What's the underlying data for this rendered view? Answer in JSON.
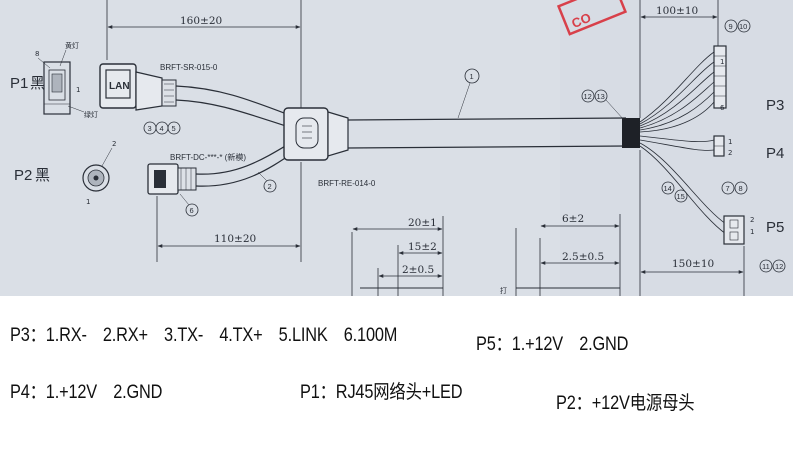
{
  "drawing": {
    "connector_labels": {
      "p1": "P1",
      "p1_color": "黑",
      "p2": "P2",
      "p2_color": "黑",
      "p3": "P3",
      "p4": "P4",
      "p5": "P5"
    },
    "p1_pin_labels": {
      "pin_8": "8",
      "yellow_led": "黄灯",
      "pin_1": "1",
      "green_led": "绿灯"
    },
    "p2_pin_labels": {
      "pin_2": "2",
      "pin_1": "1"
    },
    "lan_label": "LAN",
    "part_numbers": {
      "rj45_boot": "BRFT-SR-015-0",
      "dc_jack": "BRFT-DC-***-* (新模)",
      "main_boot": "BRFT-RE-014-0"
    },
    "balloons": {
      "cable_main": "1",
      "cable_dc": "2",
      "rj45_parts": [
        "3",
        "4",
        "5"
      ],
      "dc_part": "6",
      "p4_marks": [
        "7",
        "8"
      ],
      "p3_marks": [
        "9",
        "10"
      ],
      "p5_marks": [
        "11",
        "12"
      ],
      "sleeve_marks": [
        "12",
        "13"
      ],
      "tie_marks": [
        "14",
        "15"
      ]
    },
    "dimensions": {
      "lan_leg_length": "160±20",
      "dc_leg_length": "110±20",
      "fanout_p3_length": "100±10",
      "fanout_p5_length": "150±10",
      "strip_20": "20±1",
      "strip_15": "15±2",
      "strip_2": "2±0.5",
      "strip_6": "6±2",
      "strip_2_5": "2.5±0.5"
    },
    "p3_pin_numbers": [
      "1",
      "6"
    ],
    "p4_pin_numbers": [
      "1",
      "2"
    ],
    "p5_pin_numbers": [
      "1",
      "2"
    ],
    "bottom_cut_text": "打",
    "stamp_text": "CO"
  },
  "legend": {
    "p3": "P3：1.RX-　2.RX+　3.TX-　4.TX+　5.LINK　6.100M",
    "p5": "P5：1.+12V　2.GND",
    "p4": "P4：1.+12V　2.GND",
    "p1": "P1：RJ45网络头+LED",
    "p2": "P2：+12V电源母头"
  }
}
